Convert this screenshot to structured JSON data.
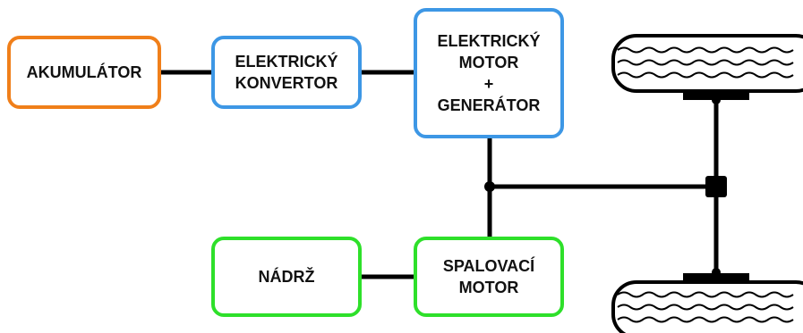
{
  "diagram": {
    "boxes": {
      "akumulator": {
        "lines": [
          "AKUMULÁTOR"
        ],
        "color": "#f07f1a"
      },
      "konvertor": {
        "lines": [
          "ELEKTRICKÝ",
          "KONVERTOR"
        ],
        "color": "#3d97e5"
      },
      "motor_generator": {
        "lines": [
          "ELEKTRICKÝ",
          "MOTOR",
          "+",
          "GENERÁTOR"
        ],
        "color": "#3d97e5"
      },
      "nadrz": {
        "lines": [
          "NÁDRŽ"
        ],
        "color": "#2ee02a"
      },
      "spalovaci": {
        "lines": [
          "SPALOVACÍ",
          "MOTOR"
        ],
        "color": "#2ee02a"
      }
    },
    "connections": [
      [
        "akumulator",
        "konvertor"
      ],
      [
        "konvertor",
        "motor_generator"
      ],
      [
        "motor_generator",
        "axle_differential"
      ],
      [
        "spalovaci",
        "axle_differential"
      ],
      [
        "nadrz",
        "spalovaci"
      ]
    ],
    "wheels": [
      "top-wheel",
      "bottom-wheel"
    ]
  }
}
